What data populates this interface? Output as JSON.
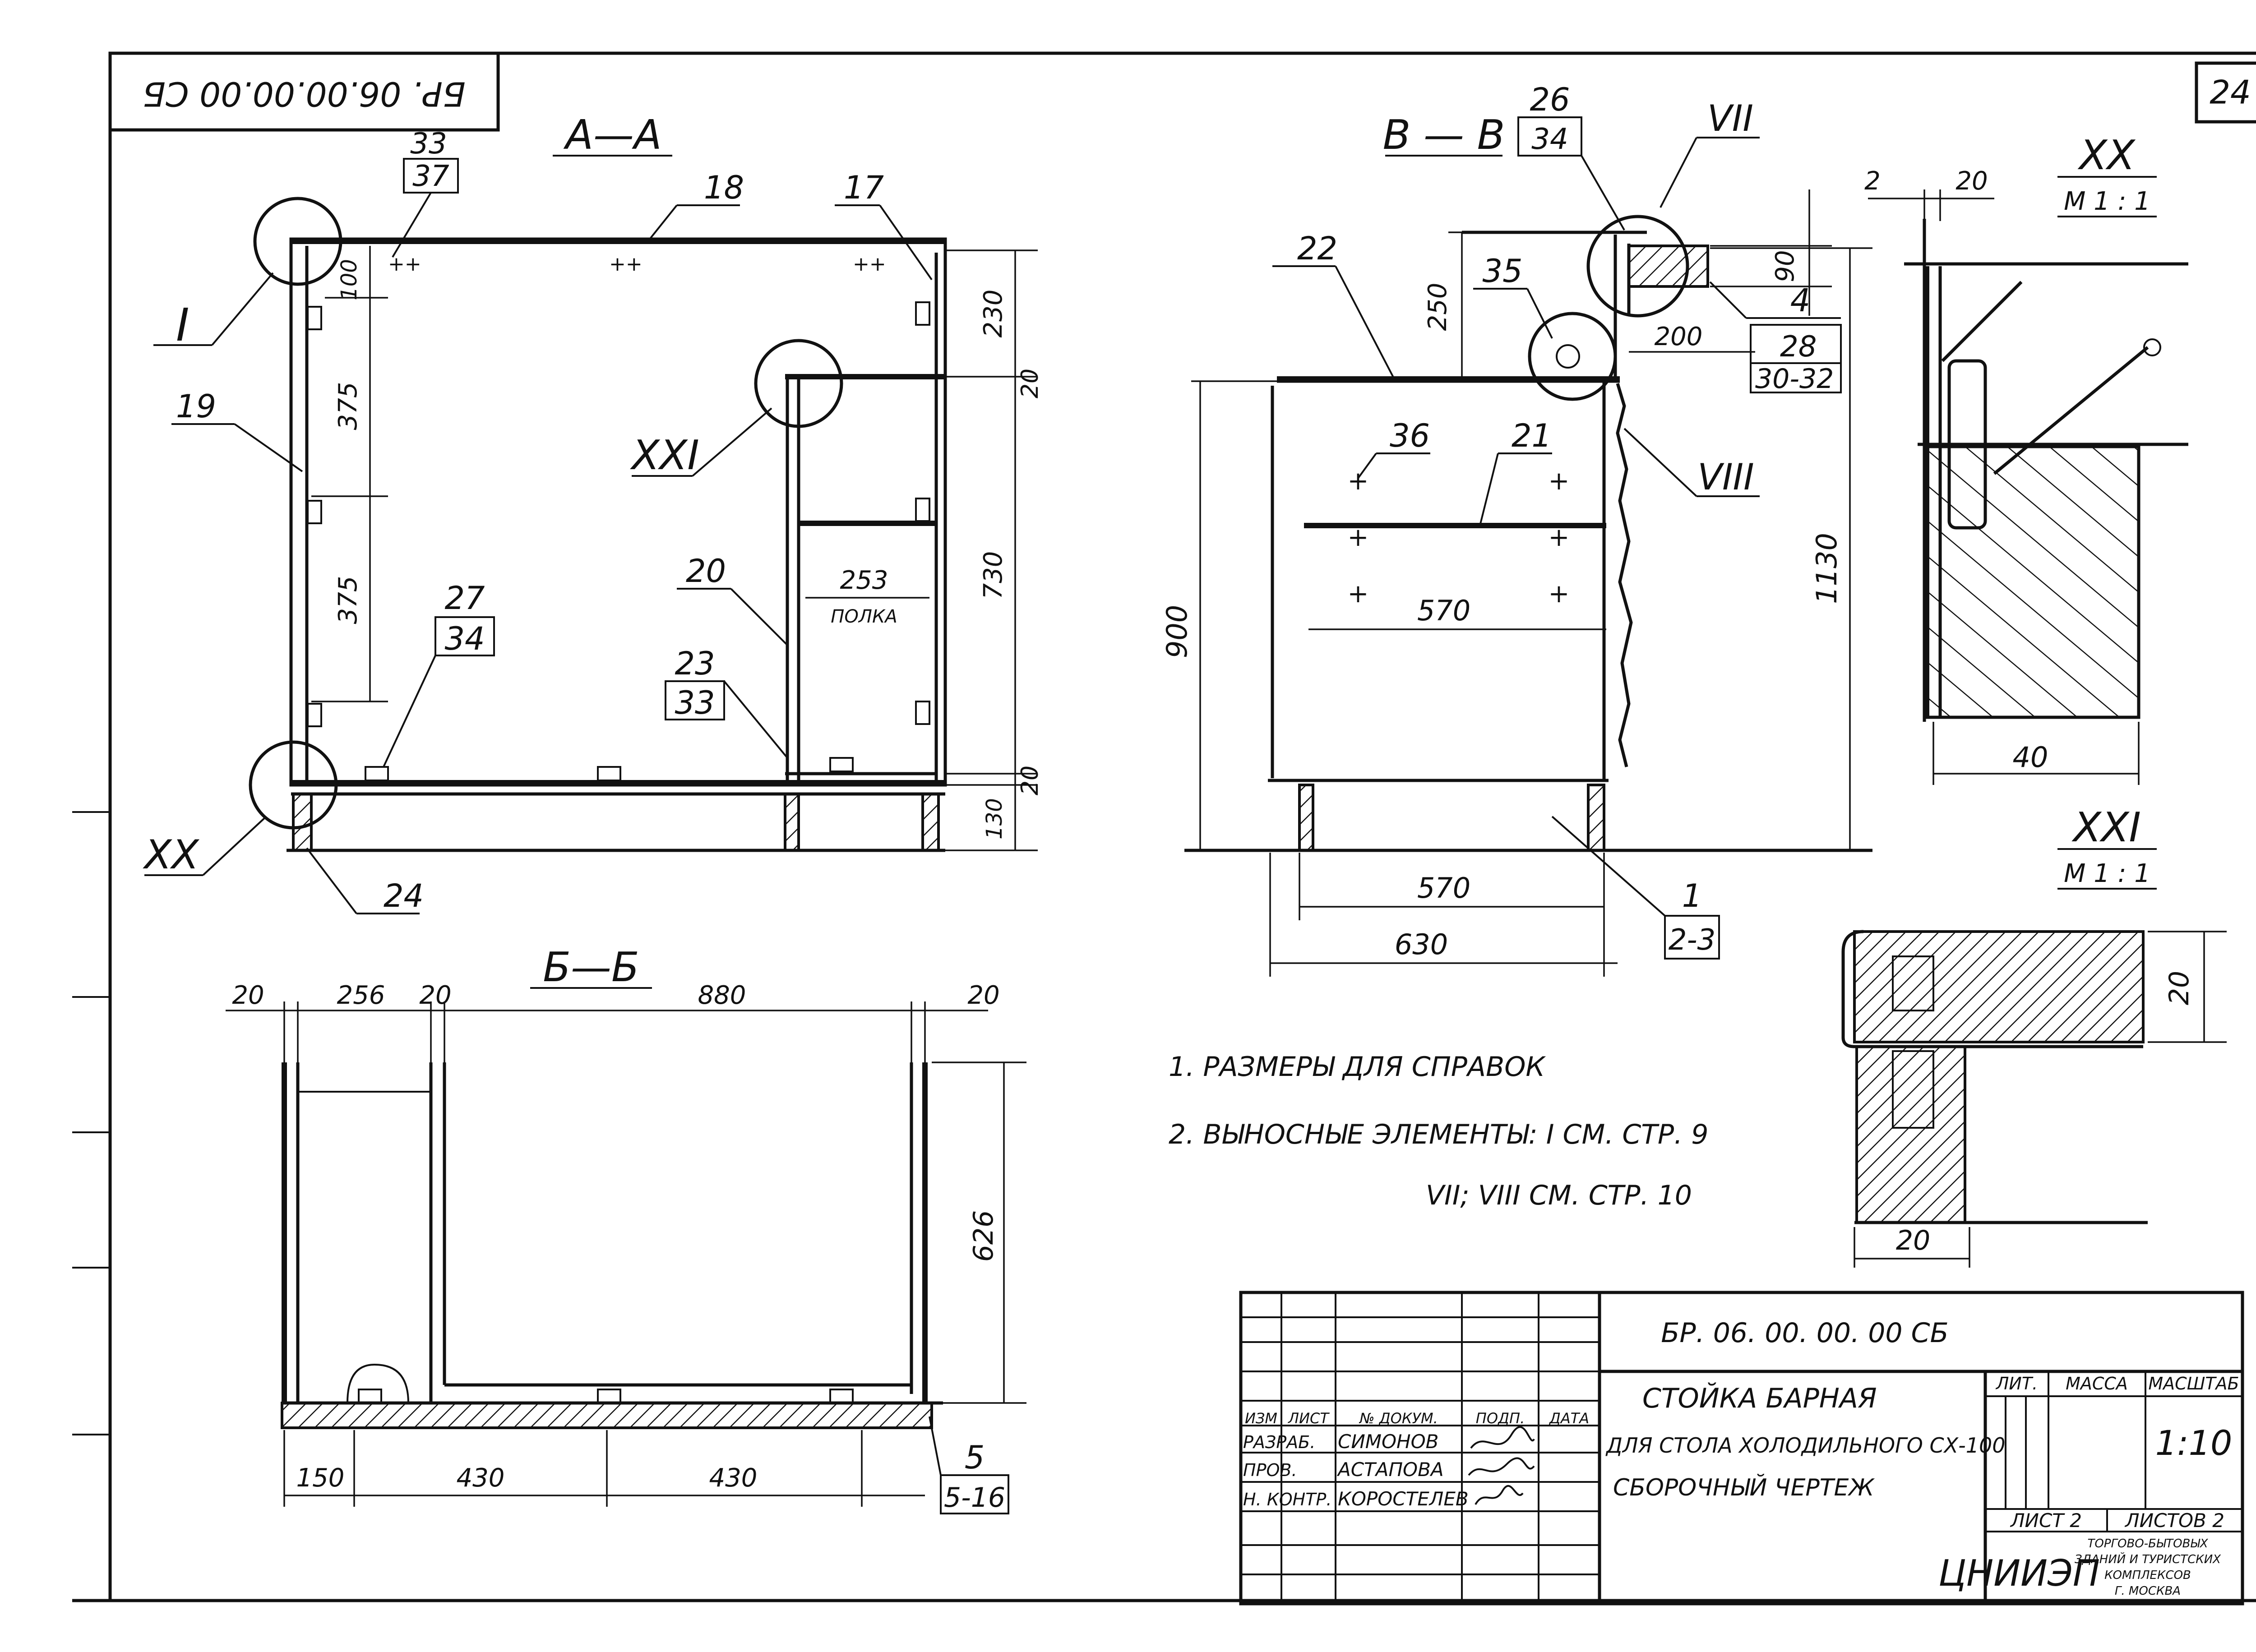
{
  "doc": {
    "stamp_code_rotated": "БР. 06.00.00.00 СБ",
    "page_number": "24"
  },
  "sections": {
    "aa": "А—А",
    "bb": "Б—Б",
    "vv": "В — В"
  },
  "details": {
    "d1": "I",
    "d7": "VII",
    "d8": "VIII",
    "d20": "XX",
    "d21": "XXI",
    "scale": "М 1 : 1"
  },
  "callouts": {
    "c33": "33",
    "c37": "37",
    "c18": "18",
    "c17": "17",
    "c19": "19",
    "c27": "27",
    "c34a": "34",
    "c20": "20",
    "c23": "23",
    "c33b": "33",
    "c24": "24",
    "c22": "22",
    "c26": "26",
    "c34b": "34",
    "c35": "35",
    "c36": "36",
    "c21": "21",
    "c4": "4",
    "c28": "28",
    "c30": "30-32",
    "c1": "1",
    "c23b": "2-3",
    "c5": "5",
    "c516": "5-16"
  },
  "dims": {
    "aa": {
      "d100": "100",
      "d375a": "375",
      "d375b": "375",
      "d230": "230",
      "d20a": "20",
      "d730": "730",
      "d20b": "20",
      "d130": "130",
      "d253": "253",
      "polka": "ПОЛКА"
    },
    "bb": {
      "d20a": "20",
      "d256": "256",
      "d20b": "20",
      "d880": "880",
      "d20c": "20",
      "d626": "626",
      "d150": "150",
      "d430a": "430",
      "d430b": "430"
    },
    "vv": {
      "d250": "250",
      "d90": "90",
      "d200": "200",
      "d570a": "570",
      "d900": "900",
      "d1130": "1130",
      "d570b": "570",
      "d630": "630"
    },
    "det": {
      "d2": "2",
      "d20a": "20",
      "d40": "40",
      "d20b": "20",
      "d20c": "20"
    }
  },
  "notes": [
    "1. РАЗМЕРЫ ДЛЯ СПРАВОК",
    "2. ВЫНОСНЫЕ ЭЛЕМЕНТЫ: I СМ. СТР. 9",
    "VII; VIII СМ. СТР. 10"
  ],
  "title_block": {
    "code": "БР. 06. 00. 00. 00 СБ",
    "title1": "СТОЙКА БАРНАЯ",
    "title2": "ДЛЯ СТОЛА ХОЛОДИЛЬНОГО СХ-100",
    "title3": "СБОРОЧНЫЙ ЧЕРТЕЖ",
    "headers": [
      "ИЗМ",
      "ЛИСТ",
      "№ ДОКУМ.",
      "ПОДП.",
      "ДАТА"
    ],
    "rows": [
      {
        "role": "РАЗРАБ.",
        "name": "СИМОНОВ"
      },
      {
        "role": "ПРОВ.",
        "name": "АСТАПОВА"
      },
      {
        "role": "Н. КОНТР.",
        "name": "КОРОСТЕЛЕВ"
      }
    ],
    "lit": "ЛИТ.",
    "massa": "МАССА",
    "masshtab": "МАСШТАБ",
    "scale": "1:10",
    "list": "ЛИСТ 2",
    "listov": "ЛИСТОВ 2",
    "org": "ЦНИИЭП",
    "org1": "ТОРГОВО-БЫТОВЫХ",
    "org2": "ЗДАНИЙ И ТУРИСТСКИХ",
    "org3": "КОМПЛЕКСОВ",
    "org4": "Г. МОСКВА"
  }
}
